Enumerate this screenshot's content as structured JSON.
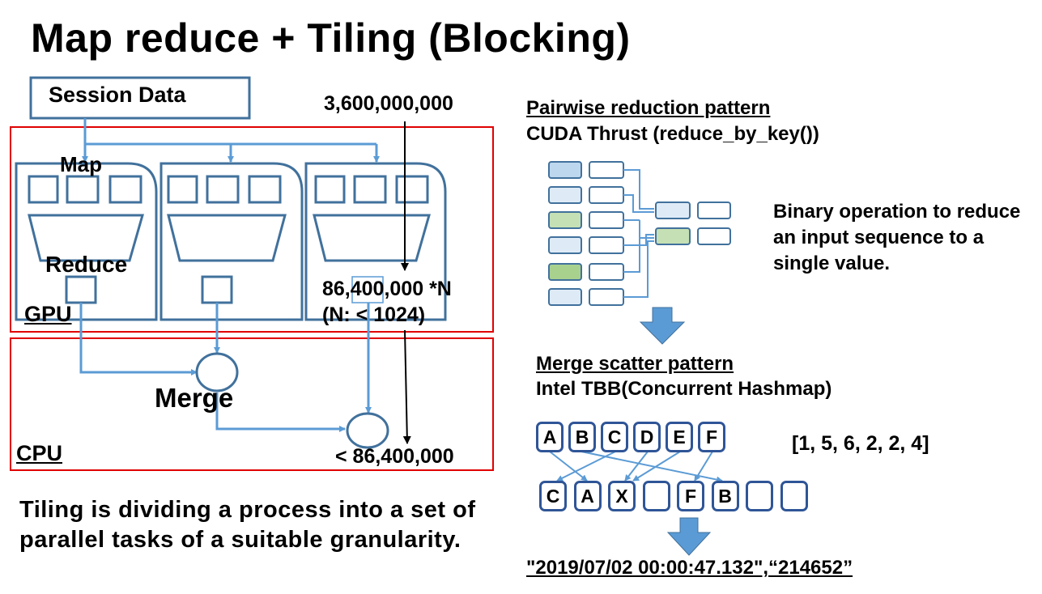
{
  "title": "Map reduce + Tiling (Blocking)",
  "left": {
    "session_data": "Session Data",
    "count_input": "3,600,000,000",
    "map_label": "Map",
    "reduce_label": "Reduce",
    "gpu_label": "GPU",
    "cpu_label": "CPU",
    "merge_label": "Merge",
    "count_gpu_line1": "86,400,000 *N",
    "count_gpu_line2": "(N: < 1024)",
    "count_cpu": "< 86,400,000",
    "tiling_text": "Tiling is dividing a process into a set of parallel tasks of a suitable granularity."
  },
  "right": {
    "pairwise_title": "Pairwise reduction pattern",
    "pairwise_sub": "CUDA Thrust (reduce_by_key())",
    "binary_text": "Binary operation to reduce an input sequence to a single value.",
    "merge_title": "Merge scatter pattern",
    "merge_sub": "Intel TBB(Concurrent Hashmap)",
    "keys_top": [
      "A",
      "B",
      "C",
      "D",
      "E",
      "F"
    ],
    "keys_bottom": [
      "C",
      "A",
      "X",
      "",
      "F",
      "B",
      "",
      ""
    ],
    "values": "[1, 5, 6, 2, 2, 4]",
    "output": "\"2019/07/02 00:00:47.132\",“214652”"
  },
  "colors": {
    "line_blue": "#5b9bd5",
    "box_border": "#41719c",
    "frame_red": "#e00000",
    "arrow_fill": "#5b9bd5",
    "cell_dark": "#bdd7ee",
    "cell_light": "#deebf7",
    "cell_green_light": "#c5e0b4",
    "cell_green": "#a9d18e",
    "key_border": "#2f5597"
  }
}
